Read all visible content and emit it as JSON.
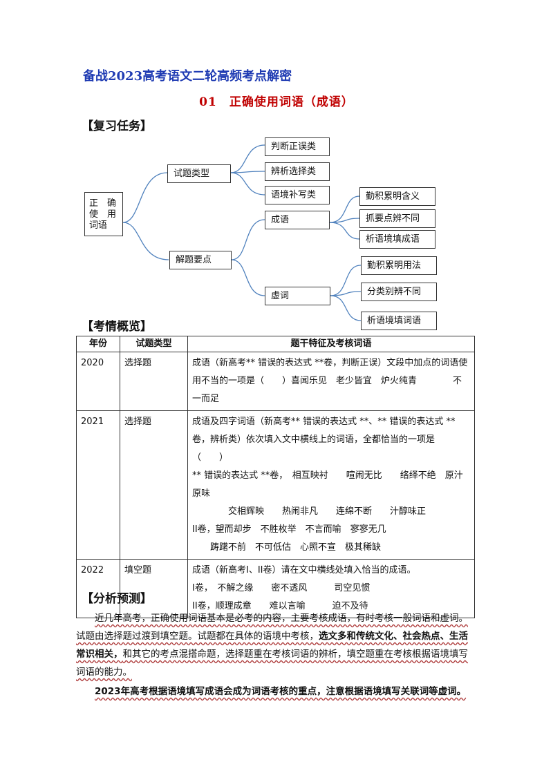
{
  "doc": {
    "title": "备战2023高考语文二轮高频考点解密",
    "subtitle": "01　正确使用词语（成语）"
  },
  "sections": {
    "review": "【复习任务】",
    "overview": "【考情概览】",
    "analysis": "【分析预测】"
  },
  "mindmap": {
    "root": "正　确\n使　用\n词语",
    "l1": {
      "types": "试题类型",
      "points": "解题要点"
    },
    "types_children": [
      "判断正误类",
      "辨析选择类",
      "语境补写类"
    ],
    "points_children": {
      "idiom": "成语",
      "function_word": "虚词"
    },
    "idiom_children": [
      "勤积累明含义",
      "抓要点辨不同",
      "析语境填成语"
    ],
    "function_children": [
      "勤积累明用法",
      "分类别辨不同",
      "析语境填词语"
    ]
  },
  "table": {
    "headers": [
      "年份",
      "试题类型",
      "题干特征及考核词语"
    ],
    "rows": [
      {
        "year": "2020",
        "type": "选择题",
        "content": "成语（新高考** 错误的表达式 **卷，判断正误）文段中加点的词语使用不当的一项是（　　）喜闻乐见　老少皆宜　炉火纯青　　　　不一而足"
      },
      {
        "year": "2021",
        "type": "选择题",
        "content": "成语及四字词语（新高考** 错误的表达式 **、** 错误的表达式 **卷，辨析类）依次填入文中横线上的词语，全都恰当的一项是（　　）\n** 错误的表达式 **卷，　相互映衬　　喧闹无比　　络绎不绝　原汁原味\n　　　　交相辉映　　热闹非凡　　连绵不断　　汁醇味正\nII卷，望而却步　不胜枚举　不言而喻　寥寥无几\n　　踌躇不前　不可低估　心照不宣　极其稀缺"
      },
      {
        "year": "2022",
        "type": "填空题",
        "content": "成语（新高考Ⅰ、II卷）请在文中横线处填入恰当的成语。\nI卷，　不解之缘　　密不透风　　　司空见惯\nII卷，顺理成章　　难以言喻　　　迫不及待"
      }
    ]
  },
  "analysis": {
    "p1_a": "近几年高考，正确使用词语基本是必考的内容，主要考核成语，有时考核一般词语和虚词。试题由选择题过渡到填空题。试题都在具体的语境中考核，",
    "p1_b": "选文多和传统文化、社会热点、生活常识相关，",
    "p1_c": "和其它的考点混搭命题，选择题重在考核词语的辨析，填空题重在考核根据语境填写词语的能力。",
    "p2": "2023年高考根据语境填写成语会成为词语考核的重点，注意根据语境填写关联词等虚词。"
  },
  "colors": {
    "title": "#1f3bb3",
    "subtitle": "#c00000",
    "line": "#4f81bd"
  }
}
